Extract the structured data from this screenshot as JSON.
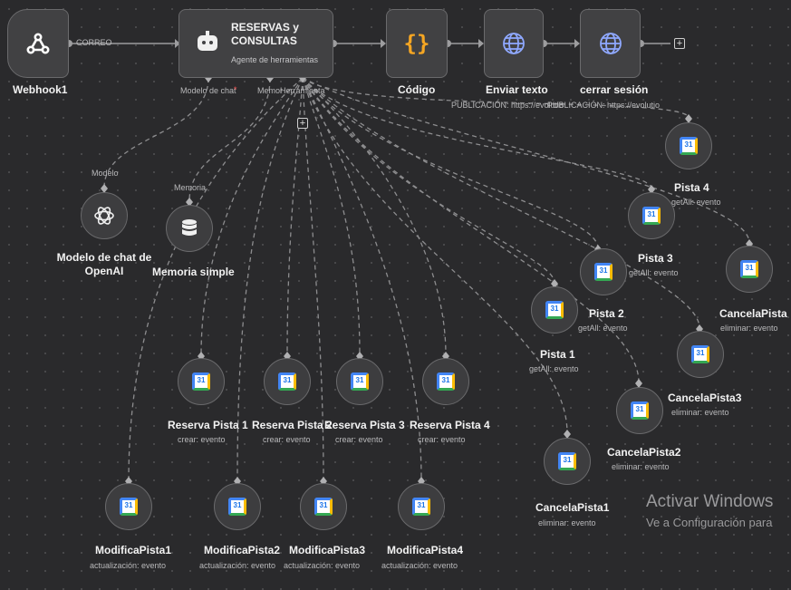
{
  "nodes": {
    "webhook": {
      "label": "Webhook1",
      "icon": "webhook-icon"
    },
    "agent": {
      "title": "RESERVAS y CONSULTAS",
      "subtitle": "Agente de herramientas",
      "icon": "robot-icon"
    },
    "code": {
      "label": "Código",
      "icon": "code-braces-icon"
    },
    "send_text": {
      "label": "Enviar texto",
      "sub": "PUBLICACIÓN: https://evolutio",
      "icon": "globe-icon"
    },
    "logout": {
      "label": "cerrar sesión",
      "sub": "PUBLICACIÓN: https://evolutio",
      "icon": "globe-icon"
    },
    "openai": {
      "label": "Modelo de chat de OpenAI",
      "port": "Modelo",
      "icon": "openai-icon"
    },
    "memory": {
      "label": "Memoria simple",
      "port": "Memoria",
      "icon": "database-icon"
    }
  },
  "connection_label": "CORREO",
  "agent_ports": {
    "model": "Modelo de chat",
    "required_mark": "*",
    "memory": "Memor",
    "tool": "Herramienta"
  },
  "calendar_icon_text": "31",
  "tools": [
    {
      "id": "pista4",
      "label": "Pista 4",
      "sub": "getAll: evento"
    },
    {
      "id": "pista3",
      "label": "Pista 3",
      "sub": "getAll: evento"
    },
    {
      "id": "pista2",
      "label": "Pista 2",
      "sub": "getAll: evento"
    },
    {
      "id": "pista1",
      "label": "Pista 1",
      "sub": "getAll: evento"
    },
    {
      "id": "cancelapista",
      "label": "CancelaPista",
      "sub": "eliminar: evento"
    },
    {
      "id": "cancelapista3",
      "label": "CancelaPista3",
      "sub": "eliminar: evento"
    },
    {
      "id": "cancelapista2",
      "label": "CancelaPista2",
      "sub": "eliminar: evento"
    },
    {
      "id": "cancelapista1",
      "label": "CancelaPista1",
      "sub": "eliminar: evento"
    },
    {
      "id": "reserva1",
      "label": "Reserva Pista 1",
      "sub": "crear: evento"
    },
    {
      "id": "reserva2",
      "label": "Reserva Pista 2",
      "sub": "crear: evento"
    },
    {
      "id": "reserva3",
      "label": "Reserva Pista 3",
      "sub": "crear: evento"
    },
    {
      "id": "reserva4",
      "label": "Reserva Pista 4",
      "sub": "crear: evento"
    },
    {
      "id": "modifica1",
      "label": "ModificaPista1",
      "sub": "actualización: evento"
    },
    {
      "id": "modifica2",
      "label": "ModificaPista2",
      "sub": "actualización: evento"
    },
    {
      "id": "modifica3",
      "label": "ModificaPista3",
      "sub": "actualización: evento"
    },
    {
      "id": "modifica4",
      "label": "ModificaPista4",
      "sub": "actualización: evento"
    }
  ],
  "watermark": {
    "title": "Activar Windows",
    "subtitle": "Ve a Configuración para"
  },
  "colors": {
    "canvas": "#2a2a2c",
    "node": "#414143",
    "code_accent": "#f5a623",
    "globe": "#8fa8ff"
  }
}
